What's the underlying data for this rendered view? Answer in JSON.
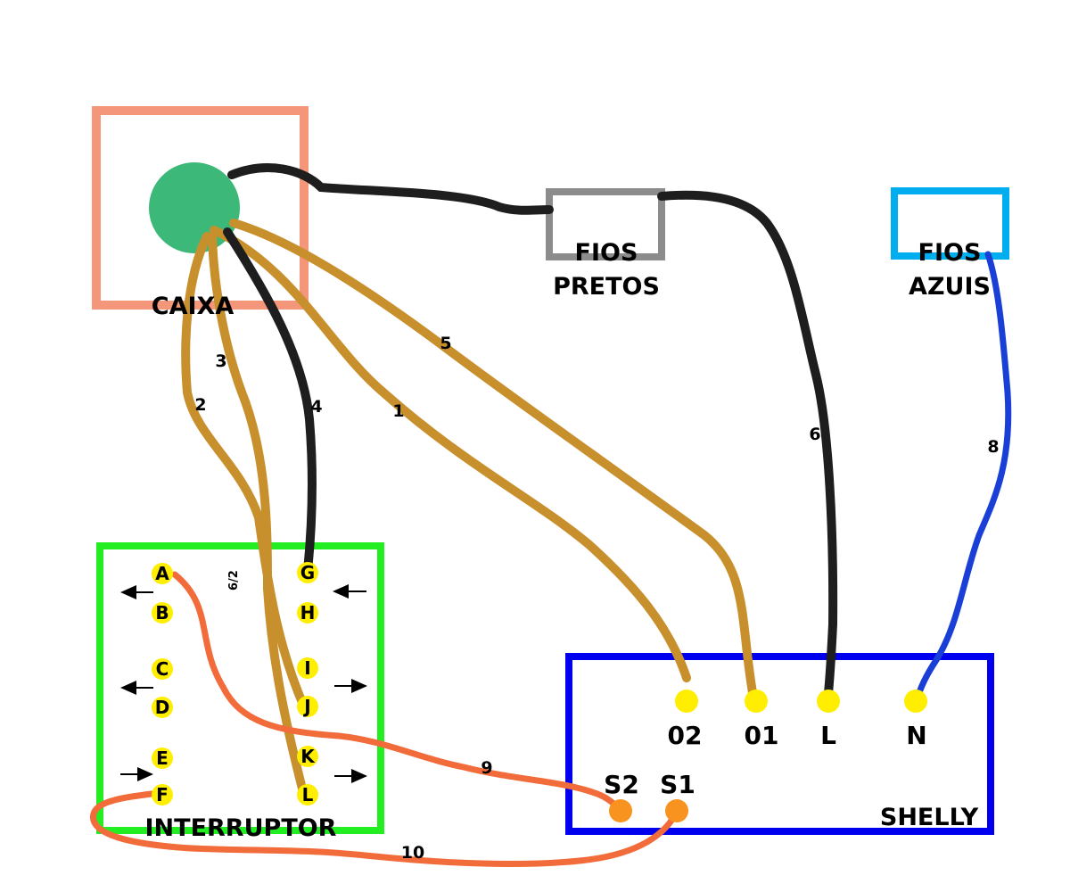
{
  "colors": {
    "box_caixa": "#f4967a",
    "junction": "#3cb878",
    "box_fios_pretos": "#8c8c8c",
    "box_fios_azuis": "#00aeef",
    "box_interruptor": "#22ee22",
    "box_shelly": "#0000ee",
    "wire_brown": "#c8902c",
    "wire_black": "#1e1e1e",
    "wire_blue": "#1a3fd6",
    "wire_orange": "#f26b3a",
    "terminal_yellow": "#ffee00",
    "terminal_orange": "#f7931e"
  },
  "boxes": {
    "caixa": "CAIXA",
    "fios_pretos": [
      "FIOS",
      "PRETOS"
    ],
    "fios_azuis": [
      "FIOS",
      "AZUIS"
    ],
    "interruptor": "INTERRUPTOR",
    "shelly": "SHELLY"
  },
  "interruptor_pins": [
    "A",
    "B",
    "C",
    "D",
    "E",
    "F",
    "G",
    "H",
    "I",
    "J",
    "K",
    "L"
  ],
  "interruptor_note": "6/2",
  "shelly_terminals": [
    "02",
    "01",
    "L",
    "N",
    "S2",
    "S1"
  ],
  "wire_labels": [
    "1",
    "2",
    "3",
    "4",
    "5",
    "6",
    "8",
    "9",
    "10"
  ]
}
